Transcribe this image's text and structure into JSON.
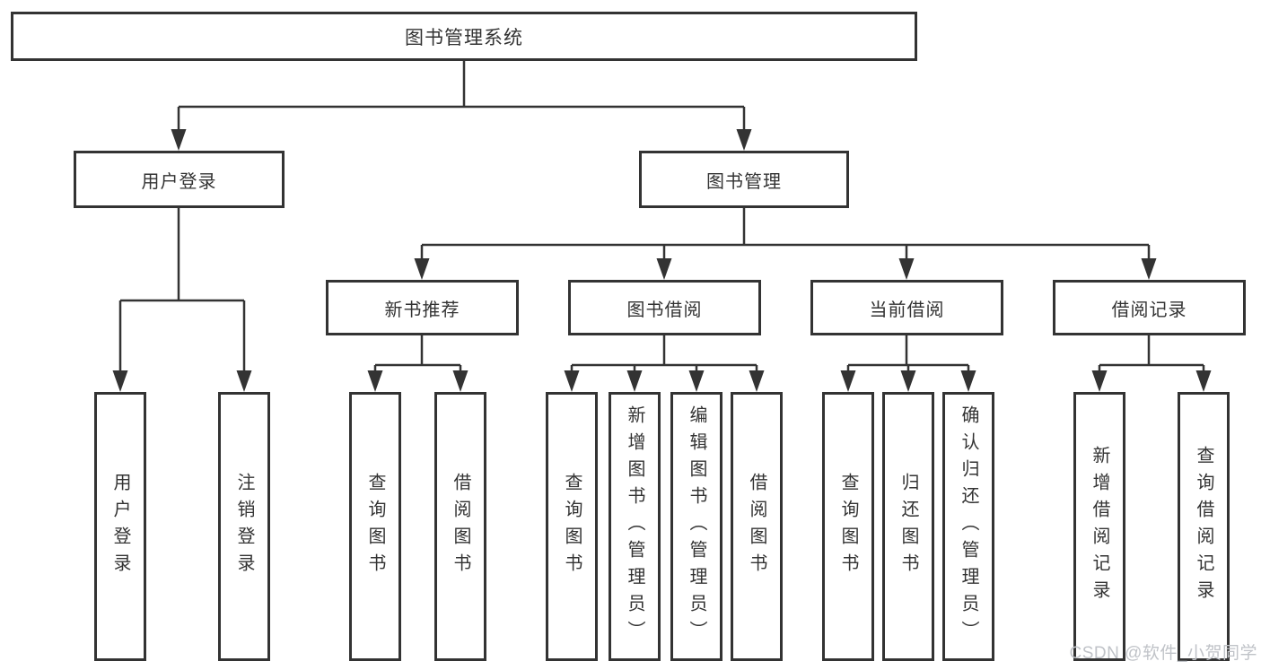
{
  "tree": {
    "root": {
      "label": "图书管理系统"
    },
    "branches": [
      {
        "label": "用户登录",
        "leaves": [
          {
            "label": "用户登录"
          },
          {
            "label": "注销登录"
          }
        ]
      },
      {
        "label": "图书管理",
        "groups": [
          {
            "label": "新书推荐",
            "leaves": [
              {
                "label": "查询图书"
              },
              {
                "label": "借阅图书"
              }
            ]
          },
          {
            "label": "图书借阅",
            "leaves": [
              {
                "label": "查询图书"
              },
              {
                "label": "新增图书（管理员）"
              },
              {
                "label": "编辑图书（管理员）"
              },
              {
                "label": "借阅图书"
              }
            ]
          },
          {
            "label": "当前借阅",
            "leaves": [
              {
                "label": "查询图书"
              },
              {
                "label": "归还图书"
              },
              {
                "label": "确认归还（管理员）"
              }
            ]
          },
          {
            "label": "借阅记录",
            "leaves": [
              {
                "label": "新增借阅记录"
              },
              {
                "label": "查询借阅记录"
              }
            ]
          }
        ]
      }
    ]
  },
  "watermark": {
    "text": "CSDN @软件_小贺同学"
  },
  "colors": {
    "line": "#333333",
    "box_border": "#333333",
    "text": "#333333",
    "watermark": "#c0c3c8",
    "background": "#ffffff"
  }
}
